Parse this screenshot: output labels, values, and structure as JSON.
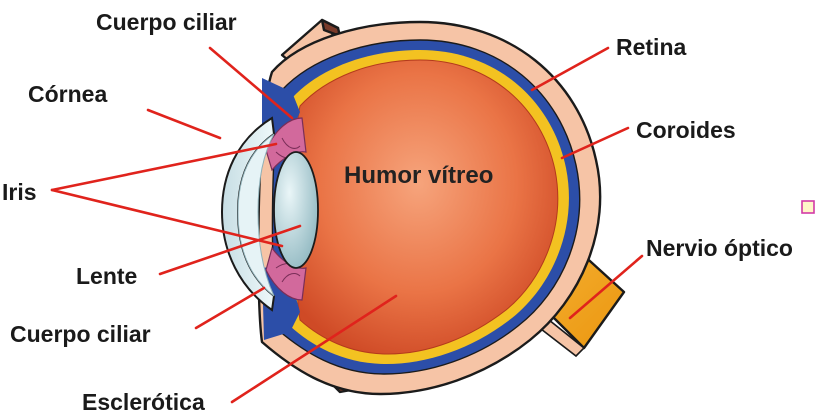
{
  "labels": {
    "ciliary_top": "Cuerpo ciliar",
    "cornea": "Córnea",
    "iris": "Iris",
    "lens": "Lente",
    "ciliary_bottom": "Cuerpo ciliar",
    "sclera": "Esclerótica",
    "retina": "Retina",
    "choroid": "Coroides",
    "vitreous": "Humor vítreo",
    "optic_nerve": "Nervio óptico"
  },
  "colors": {
    "sclera": "#f6c4a6",
    "choroid": "#2c4ea8",
    "retina": "#f3c221",
    "vitreous_center": "#f2956e",
    "vitreous_edge": "#cf4a26",
    "cornea": "#d2e9ee",
    "lens": "#aacbd2",
    "iris": "#d2699c",
    "optic_nerve": "#f2a81e",
    "muscle": "#7a3b2a",
    "leader": "#e0231c"
  }
}
